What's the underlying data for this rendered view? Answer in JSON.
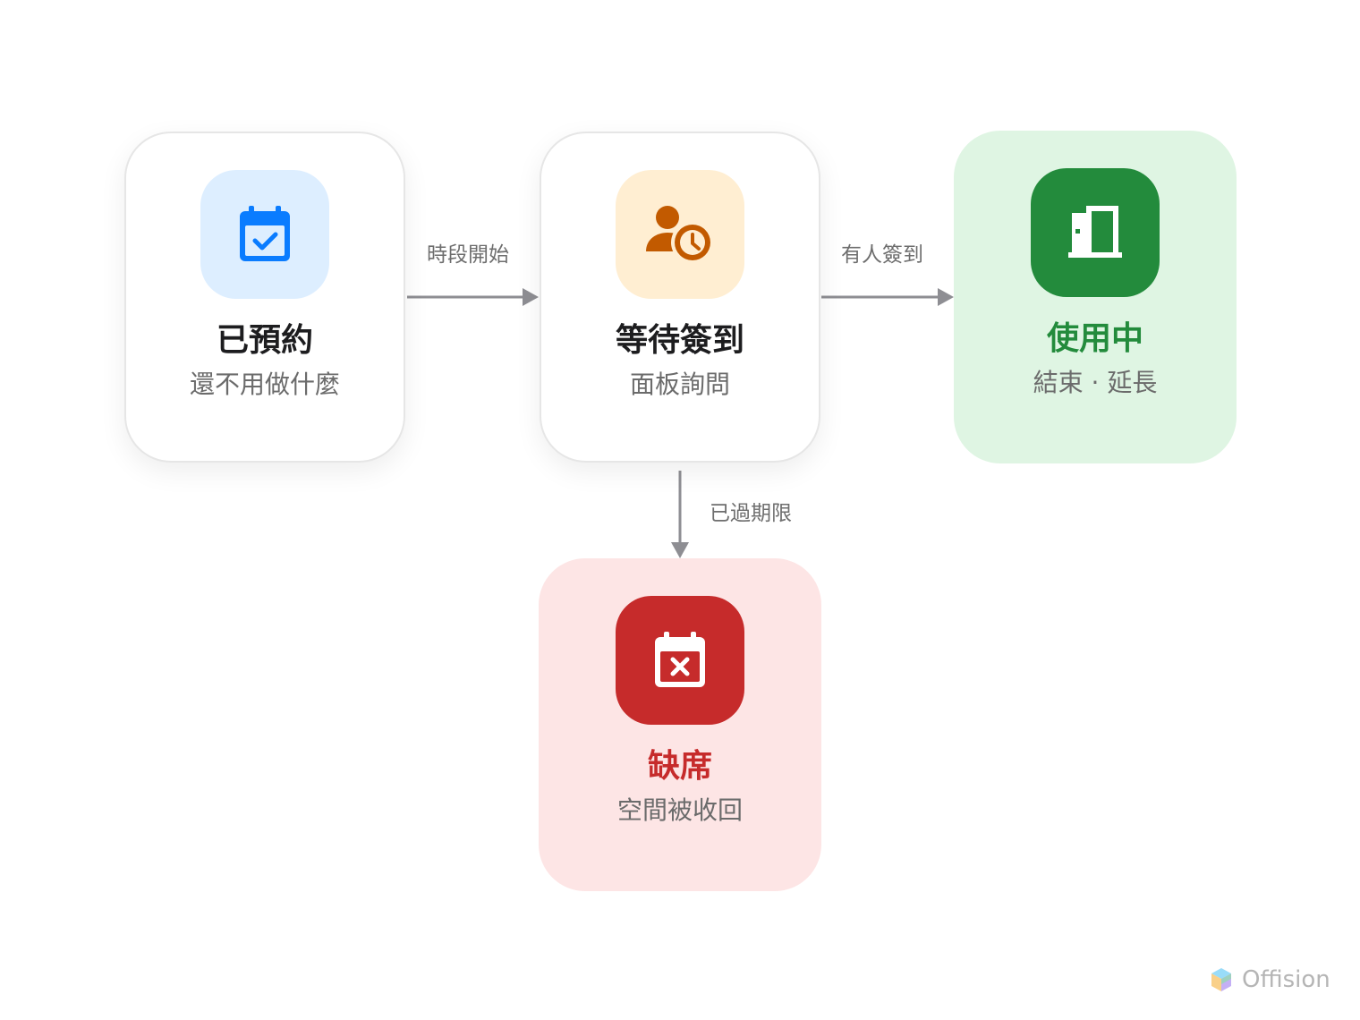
{
  "colors": {
    "arrow": "#8e8e93",
    "reserved_tile": "#ddeeff",
    "reserved_icon": "#0a7cff",
    "pending_tile": "#ffeed2",
    "pending_icon": "#c25a00",
    "inuse_card": "#dff5e3",
    "inuse_tile": "#238b3c",
    "inuse_title": "#238b3c",
    "noshow_card": "#fde5e5",
    "noshow_tile": "#c62b2b",
    "noshow_title": "#c62b2b"
  },
  "states": {
    "reserved": {
      "icon": "calendar-check-icon",
      "title": "已預約",
      "subtitle": "還不用做什麼"
    },
    "pending": {
      "icon": "person-clock-icon",
      "title": "等待簽到",
      "subtitle": "面板詢問"
    },
    "in_use": {
      "icon": "door-open-icon",
      "title": "使用中",
      "subtitle": "結束 · 延長"
    },
    "no_show": {
      "icon": "calendar-x-icon",
      "title": "缺席",
      "subtitle": "空間被收回"
    }
  },
  "transitions": {
    "slot_start": "時段開始",
    "checked_in": "有人簽到",
    "expired": "已過期限"
  },
  "brand": {
    "name": "Offision",
    "icon": "offision-logo-icon"
  }
}
